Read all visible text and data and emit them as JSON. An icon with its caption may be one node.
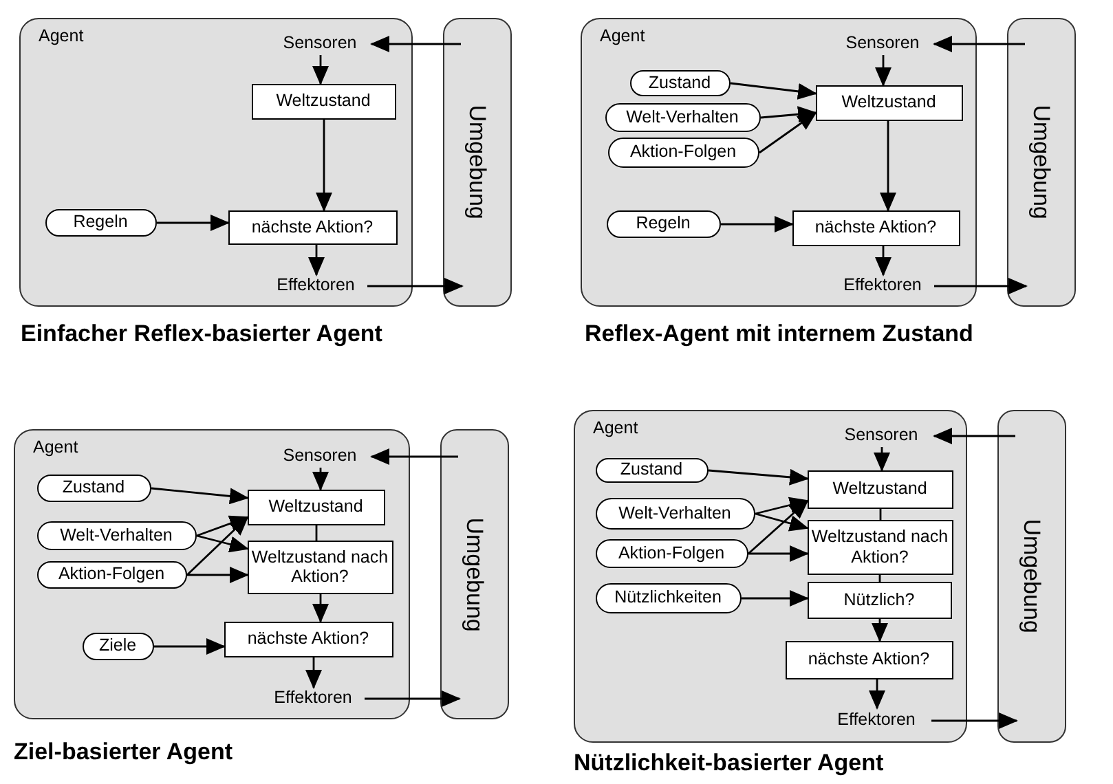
{
  "diagram": {
    "nodes": [
      {
        "text": [
          "Agent"
        ]
      },
      {
        "text": [
          "Sensoren"
        ],
        "in": 0
      },
      {
        "text": [
          "Weltzustand"
        ],
        "in": 0
      },
      {
        "text": [
          "Regeln"
        ],
        "in": 0
      },
      {
        "text": [
          "nächste Aktion?"
        ],
        "in": 0
      },
      {
        "text": [
          "Effektoren"
        ],
        "in": 0
      },
      {
        "text": [
          "Umgebung"
        ]
      },
      {
        "text": [
          "Agent"
        ]
      },
      {
        "text": [
          "Sensoren"
        ],
        "in": 7
      },
      {
        "text": [
          "Zustand"
        ],
        "in": 7
      },
      {
        "text": [
          "Welt-Verhalten"
        ],
        "in": 7
      },
      {
        "text": [
          "Aktion-Folgen"
        ],
        "in": 7
      },
      {
        "text": [
          "Weltzustand"
        ],
        "in": 7
      },
      {
        "text": [
          "Regeln"
        ],
        "in": 7
      },
      {
        "text": [
          "nächste Aktion?"
        ],
        "in": 7
      },
      {
        "text": [
          "Effektoren"
        ],
        "in": 7
      },
      {
        "text": [
          "Umgebung"
        ]
      },
      {
        "text": [
          "Agent"
        ]
      },
      {
        "text": [
          "Sensoren"
        ],
        "in": 17
      },
      {
        "text": [
          "Zustand"
        ],
        "in": 17
      },
      {
        "text": [
          "Weltzustand"
        ],
        "in": 17
      },
      {
        "text": [
          "Welt-Verhalten"
        ],
        "in": 17
      },
      {
        "text": [
          "Weltzustand nach Aktion?"
        ],
        "in": 17
      },
      {
        "text": [
          "Aktion-Folgen"
        ],
        "in": 17
      },
      {
        "text": [
          "Ziele"
        ],
        "in": 17
      },
      {
        "text": [
          "nächste Aktion?"
        ],
        "in": 17
      },
      {
        "text": [
          "Effektoren"
        ],
        "in": 17
      },
      {
        "text": [
          "Umgebung"
        ]
      },
      {
        "text": [
          "Agent"
        ]
      },
      {
        "text": [
          "Sensoren"
        ],
        "in": 28
      },
      {
        "text": [
          "Zustand"
        ],
        "in": 28
      },
      {
        "text": [
          "Weltzustand"
        ],
        "in": 28
      },
      {
        "text": [
          "Welt-Verhalten"
        ],
        "in": 28
      },
      {
        "text": [
          "Weltzustand nach Aktion?"
        ],
        "in": 28
      },
      {
        "text": [
          "Aktion-Folgen"
        ],
        "in": 28
      },
      {
        "text": [
          "Nützlichkeiten"
        ],
        "in": 28
      },
      {
        "text": [
          "Nützlich?"
        ],
        "in": 28
      },
      {
        "text": [
          "nächste Aktion?"
        ],
        "in": 28
      },
      {
        "text": [
          "Effektoren"
        ],
        "in": 28
      },
      {
        "text": [
          "Umgebung"
        ]
      }
    ],
    "edges": [
      {
        "from": 6,
        "to": 1,
        "arrow": "to"
      },
      {
        "from": 1,
        "to": 2,
        "arrow": "to"
      },
      {
        "from": 2,
        "to": 4,
        "arrow": "to"
      },
      {
        "from": 3,
        "to": 4,
        "arrow": "to"
      },
      {
        "from": 4,
        "to": 5,
        "arrow": "to"
      },
      {
        "from": 5,
        "to": 6,
        "arrow": "to"
      },
      {
        "from": 16,
        "to": 8,
        "arrow": "to"
      },
      {
        "from": 8,
        "to": 12,
        "arrow": "to"
      },
      {
        "from": 9,
        "to": 12,
        "arrow": "to"
      },
      {
        "from": 10,
        "to": 12,
        "arrow": "to"
      },
      {
        "from": 11,
        "to": 12,
        "arrow": "to"
      },
      {
        "from": 12,
        "to": 14,
        "arrow": "to"
      },
      {
        "from": 13,
        "to": 14,
        "arrow": "to"
      },
      {
        "from": 14,
        "to": 15,
        "arrow": "to"
      },
      {
        "from": 15,
        "to": 16,
        "arrow": "to"
      },
      {
        "from": 27,
        "to": 18,
        "arrow": "to"
      },
      {
        "from": 18,
        "to": 20,
        "arrow": "to"
      },
      {
        "from": 19,
        "to": 20,
        "arrow": "to"
      },
      {
        "from": 21,
        "to": 20,
        "arrow": "to"
      },
      {
        "from": 21,
        "to": 22,
        "arrow": "to"
      },
      {
        "from": 23,
        "to": 20,
        "arrow": "to"
      },
      {
        "from": 23,
        "to": 22,
        "arrow": "to"
      },
      {
        "from": 20,
        "to": 22,
        "arrow": "none"
      },
      {
        "from": 22,
        "to": 25,
        "arrow": "to"
      },
      {
        "from": 24,
        "to": 25,
        "arrow": "to"
      },
      {
        "from": 25,
        "to": 26,
        "arrow": "to"
      },
      {
        "from": 26,
        "to": 27,
        "arrow": "to"
      },
      {
        "from": 39,
        "to": 29,
        "arrow": "to"
      },
      {
        "from": 29,
        "to": 31,
        "arrow": "to"
      },
      {
        "from": 30,
        "to": 31,
        "arrow": "to"
      },
      {
        "from": 32,
        "to": 31,
        "arrow": "to"
      },
      {
        "from": 32,
        "to": 33,
        "arrow": "to"
      },
      {
        "from": 34,
        "to": 31,
        "arrow": "to"
      },
      {
        "from": 34,
        "to": 33,
        "arrow": "to"
      },
      {
        "from": 31,
        "to": 33,
        "arrow": "none"
      },
      {
        "from": 35,
        "to": 36,
        "arrow": "to"
      },
      {
        "from": 33,
        "to": 36,
        "arrow": "none"
      },
      {
        "from": 36,
        "to": 37,
        "arrow": "to"
      },
      {
        "from": 37,
        "to": 38,
        "arrow": "to"
      },
      {
        "from": 38,
        "to": 39,
        "arrow": "to"
      }
    ],
    "labels": [
      "Einfacher Reflex-basierter Agent",
      "Reflex-Agent mit internem Zustand",
      "Ziel-basierter Agent",
      "Nützlichkeit-basierter Agent"
    ]
  }
}
